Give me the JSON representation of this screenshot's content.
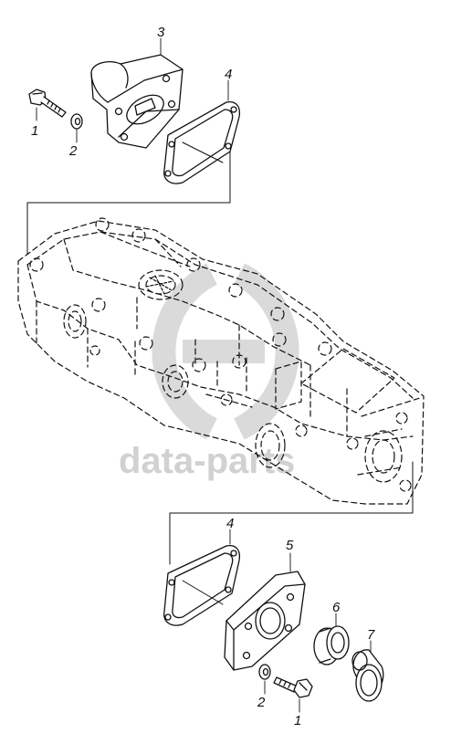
{
  "diagram": {
    "callouts": {
      "bolt_top": "1",
      "washer_top": "2",
      "flange_top": "3",
      "gasket_top": "4",
      "gasket_bottom": "4",
      "cover_plate": "5",
      "seal_ring": "6",
      "sleeve": "7",
      "washer_bottom": "2",
      "bolt_bottom": "1"
    },
    "watermark": {
      "text": "data-parts"
    }
  }
}
